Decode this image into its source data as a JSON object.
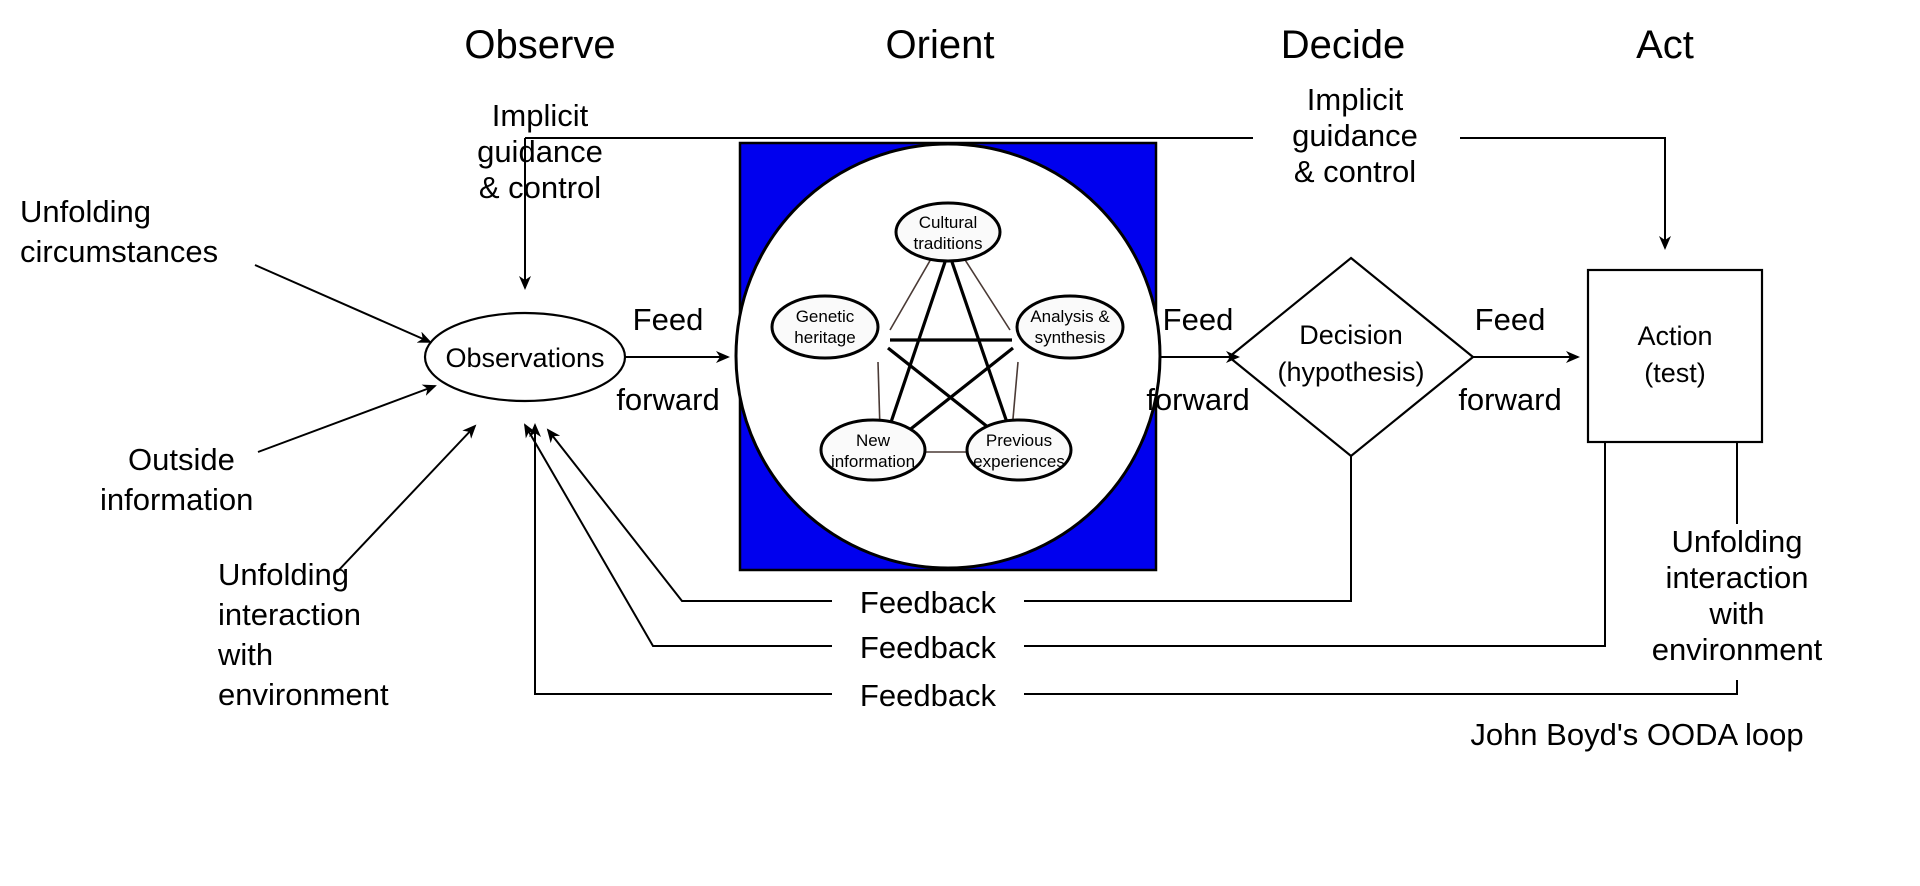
{
  "diagram": {
    "caption": "John Boyd's OODA loop",
    "colors": {
      "orient_box_fill": "#0000ee",
      "stroke": "#000000",
      "node_fill": "#fafafa",
      "background": "#ffffff"
    },
    "phases": [
      {
        "key": "observe",
        "label": "Observe"
      },
      {
        "key": "orient",
        "label": "Orient"
      },
      {
        "key": "decide",
        "label": "Decide"
      },
      {
        "key": "act",
        "label": "Act"
      }
    ],
    "implicit_guidance": {
      "left": {
        "line1": "Implicit",
        "line2": "guidance",
        "line3": "& control"
      },
      "right": {
        "line1": "Implicit",
        "line2": "guidance",
        "line3": "& control"
      }
    },
    "inputs": [
      {
        "key": "unfolding-circumstances",
        "line1": "Unfolding",
        "line2": "circumstances"
      },
      {
        "key": "outside-information",
        "line1": "Outside",
        "line2": "information"
      },
      {
        "key": "unfolding-interaction-left",
        "line1": "Unfolding",
        "line2": "interaction",
        "line3": "with",
        "line4": "environment"
      }
    ],
    "nodes": {
      "observations": {
        "label": "Observations"
      },
      "decision": {
        "line1": "Decision",
        "line2": "(hypothesis)"
      },
      "action": {
        "line1": "Action",
        "line2": "(test)"
      }
    },
    "orient_nodes": [
      {
        "key": "cultural-traditions",
        "line1": "Cultural",
        "line2": "traditions"
      },
      {
        "key": "genetic-heritage",
        "line1": "Genetic",
        "line2": "heritage"
      },
      {
        "key": "analysis-synthesis",
        "line1": "Analysis &",
        "line2": "synthesis"
      },
      {
        "key": "new-information",
        "line1": "New",
        "line2": "information"
      },
      {
        "key": "previous-experiences",
        "line1": "Previous",
        "line2": "experiences"
      }
    ],
    "feed_forward_labels": [
      {
        "key": "feed-forward-observe-orient",
        "line1": "Feed",
        "line2": "forward"
      },
      {
        "key": "feed-forward-orient-decide",
        "line1": "Feed",
        "line2": "forward"
      },
      {
        "key": "feed-forward-decide-act",
        "line1": "Feed",
        "line2": "forward"
      }
    ],
    "feedback_labels": [
      {
        "key": "feedback-from-orient",
        "label": "Feedback"
      },
      {
        "key": "feedback-from-decide",
        "label": "Feedback"
      },
      {
        "key": "feedback-from-act",
        "label": "Feedback"
      }
    ],
    "unfolding_interaction_right": {
      "line1": "Unfolding",
      "line2": "interaction",
      "line3": "with",
      "line4": "environment"
    }
  }
}
